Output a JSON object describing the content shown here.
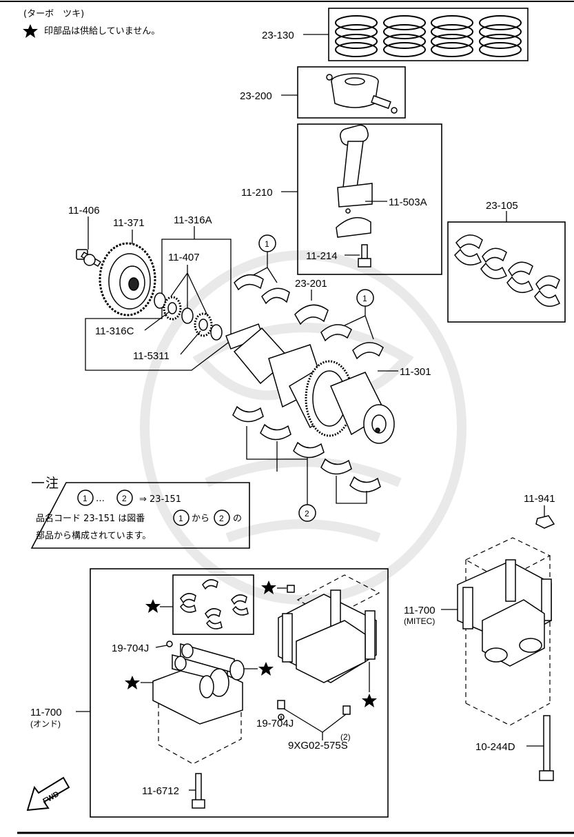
{
  "header": {
    "turbo_note": "(ターボ　ツキ)",
    "star_note": "印部品は供給していません。"
  },
  "callouts": {
    "c23_130": "23-130",
    "c23_200": "23-200",
    "c11_210": "11-210",
    "c11_503a": "11-503A",
    "c11_214": "11-214",
    "c23_105": "23-105",
    "c11_406": "11-406",
    "c11_371": "11-371",
    "c11_316a": "11-316A",
    "c11_407": "11-407",
    "c11_316c": "11-316C",
    "c11_5311": "11-5311",
    "c23_201": "23-201",
    "c11_301": "11-301",
    "c11_941": "11-941",
    "c11_700_mitec": "11-700",
    "mitec": "(MITEC)",
    "c19_704j_a": "19-704J",
    "c19_704j_b": "19-704J",
    "c9xg02": "9XG02-575S",
    "c9xg02_qty": "(2)",
    "c11_700_ond": "11-700",
    "ond": "(オンド)",
    "c11_6712": "11-6712",
    "c10_244d": "10-244D",
    "circle_1": "1",
    "circle_2": "2"
  },
  "note_box": {
    "title": "注",
    "line1_mid": "…",
    "line1_arrow": "⇒ 23-151",
    "line2_a": "品名コード 23-151 は図番",
    "line2_b": "から",
    "line2_c": "の",
    "line3": "部品から構成されています。"
  },
  "fwd": "FWD",
  "icons": [
    "star-icon",
    "circle-number-icon",
    "fwd-arrow-icon"
  ]
}
